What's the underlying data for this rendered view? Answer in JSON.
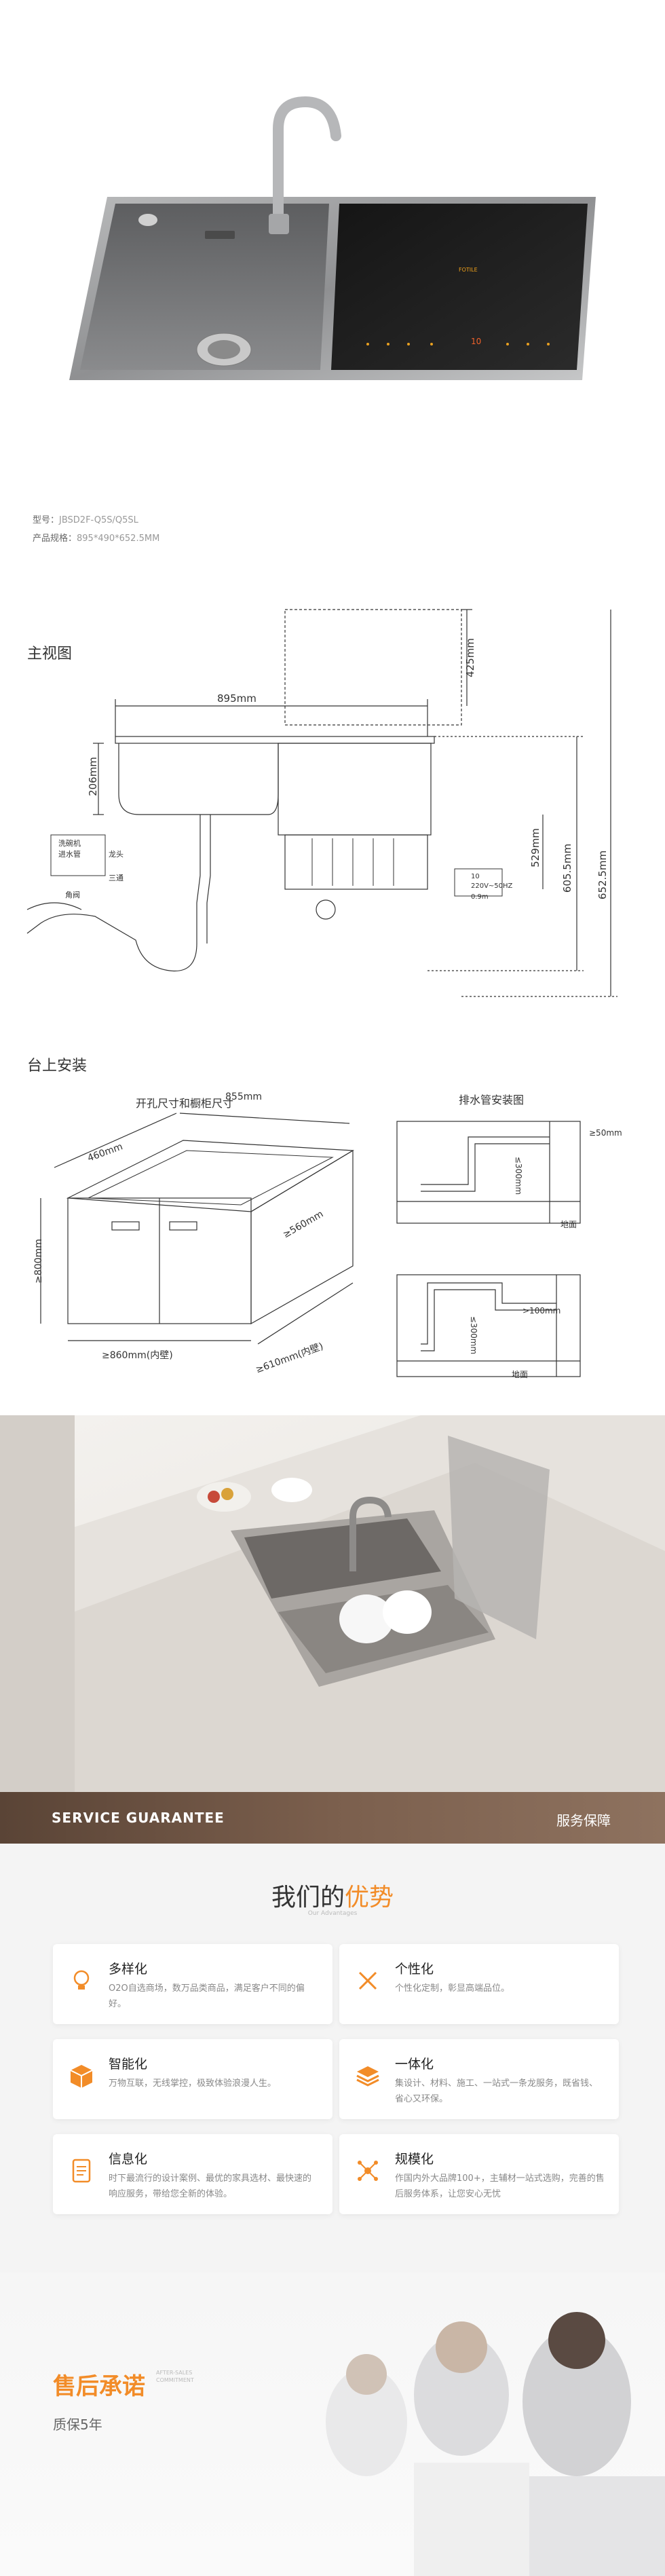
{
  "product": {
    "panel_brand": "FOTILE",
    "display_value": "10",
    "model_label": "型号：",
    "model_value": "JBSD2F-Q5S/Q5SL",
    "size_label": "产品规格：",
    "size_value": "895*490*652.5MM"
  },
  "front_view": {
    "title": "主视图",
    "dim_width": "895mm",
    "dim_425": "425mm",
    "dim_206": "206mm",
    "dim_529": "529mm",
    "dim_605": "605.5mm",
    "dim_652": "652.5mm",
    "callout_washer": "洗碗机",
    "callout_inlet": "进水管",
    "callout_tap": "龙头",
    "callout_tee": "三通",
    "callout_angle": "角阀",
    "plug_line1": "10",
    "plug_line2": "220V~50HZ",
    "plug_line3": "0.9m"
  },
  "install": {
    "title": "台上安装",
    "cutout_title": "开孔尺寸和橱柜尺寸",
    "drain_title": "排水管安装图",
    "dim_460": "460mm",
    "dim_855": "855mm",
    "dim_800": "≥800mm",
    "dim_560": "≥560mm",
    "dim_860": "≥860mm(内壁)",
    "dim_610": "≥610mm(内壁)",
    "d1_50": "≥50mm",
    "d1_300": "≤300mm",
    "d1_floor": "地面",
    "d2_100": ">100mm",
    "d2_300": "≤300mm",
    "d2_floor": "地面"
  },
  "service_bar": {
    "left": "SERVICE GUARANTEE",
    "right": "服务保障"
  },
  "advantages": {
    "title_a": "我们的",
    "title_b": "优势",
    "subtitle": "Our Advantages",
    "items": [
      {
        "title": "多样化",
        "desc": "O2O自选商场，数万品类商品，满足客户不同的偏好。",
        "icon": "lightbulb-icon"
      },
      {
        "title": "个性化",
        "desc": "个性化定制，彰显高端品位。",
        "icon": "pencil-ruler-icon"
      },
      {
        "title": "智能化",
        "desc": "万物互联，无线掌控，极致体验浪漫人生。",
        "icon": "cube-icon"
      },
      {
        "title": "一体化",
        "desc": "集设计、材料、施工、一站式一条龙服务，既省钱、省心又环保。",
        "icon": "layers-icon"
      },
      {
        "title": "信息化",
        "desc": "时下最流行的设计案例、最优的家具选材、最快速的响应服务，带给您全新的体验。",
        "icon": "document-icon"
      },
      {
        "title": "规模化",
        "desc": "作国内外大品牌100+，主辅材一站式选购，完善的售后服务体系，让您安心无忧",
        "icon": "network-icon"
      }
    ]
  },
  "promise": {
    "title": "售后承诺",
    "en_line1": "AFTER-SALES",
    "en_line2": "COMMITMENT",
    "warranty": "质保5年"
  },
  "colors": {
    "accent": "#f28c28",
    "bar": "#6b5242"
  }
}
